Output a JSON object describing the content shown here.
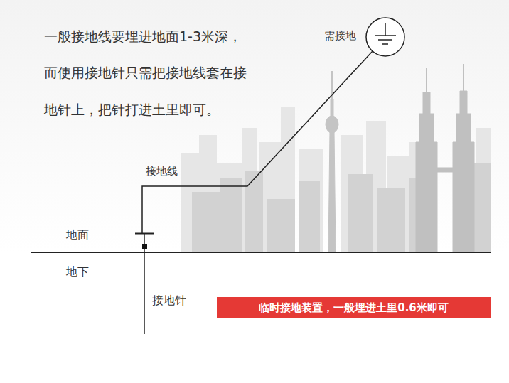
{
  "diagram": {
    "nodes": [
      {
        "text": [
          "临时接地装置，一般埋进土里0.6米即可"
        ]
      }
    ],
    "labels": [
      "一般接地线要埋进地面1-3米深，",
      "而使用接地针只需把接地线套在接",
      "地针上，把针打进土里即可。",
      "需接地",
      "接地线",
      "地面",
      "地下",
      "接地针"
    ]
  }
}
